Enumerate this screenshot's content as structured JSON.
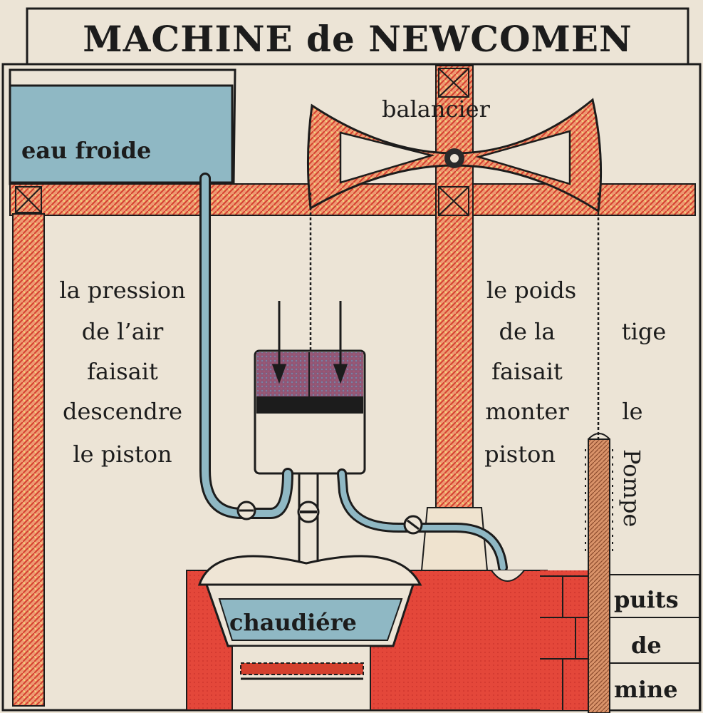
{
  "title": "MACHINE de NEWCOMEN",
  "labels": {
    "balancier": "balancier",
    "eau_froide": "eau froide",
    "chaudiere": "chaudiére",
    "pompe": "Pompe",
    "puits": "puits",
    "de": "de",
    "mine": "mine"
  },
  "left_caption": [
    "la pression",
    "de l’air",
    "faisait",
    "descendre",
    "le piston"
  ],
  "right_caption": [
    "le poids",
    "de la",
    "faisait",
    "monter",
    "piston"
  ],
  "right_caption_extra": [
    "tige",
    "le"
  ],
  "colors": {
    "paper": "#ece4d6",
    "wood": "#e8866a",
    "wood_stripe": "#d44a36",
    "wood_yellow": "#efd87a",
    "water": "#8fb8c4",
    "brick": "#e2483a",
    "purple": "#8a4a6a",
    "ink": "#1c1c1c"
  }
}
